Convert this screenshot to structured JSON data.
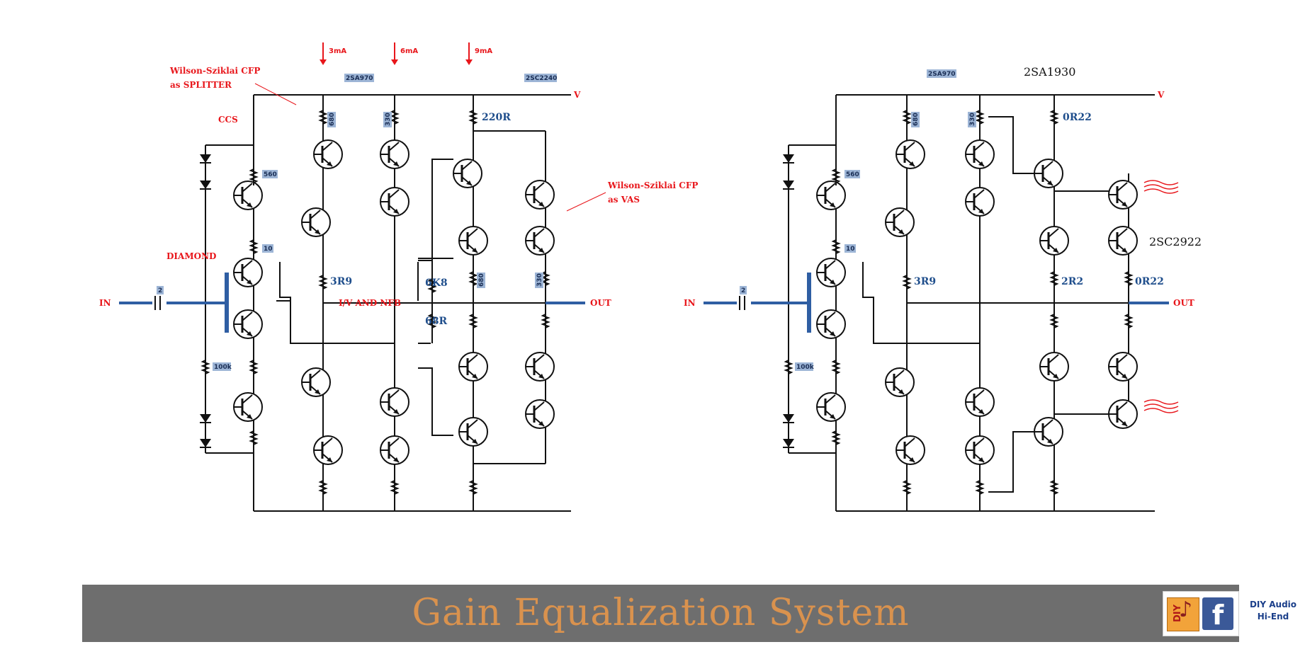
{
  "left": {
    "annotations": {
      "splitter": [
        "Wilson-Sziklai CFP",
        "as SPLITTER"
      ],
      "ccs": "CCS",
      "vas": [
        "Wilson-Sziklai CFP",
        "as VAS"
      ],
      "diamond": "DIAMOND",
      "ivnfb": "I/V AND NFB",
      "currents": [
        "3mA",
        "6mA",
        "9mA"
      ]
    },
    "tags": {
      "t1": "2SA970",
      "t2": "2SC2240",
      "r560": "560",
      "r10": "10",
      "r100k": "100k",
      "cap": "2",
      "ra": "680",
      "rb": "330",
      "rc": "680",
      "rd": "330"
    },
    "values": {
      "r220": "220R",
      "r3r9": "3R9",
      "r6k8": "6K8",
      "r68": "68R"
    },
    "v": "V",
    "in": "IN",
    "out": "OUT"
  },
  "right": {
    "tags": {
      "t1": "2SA970",
      "r560": "560",
      "r10": "10",
      "r100k": "100k",
      "cap": "2",
      "ra": "680",
      "rb": "330"
    },
    "values": {
      "r0r22a": "0R22",
      "r3r9": "3R9",
      "r2r2": "2R2",
      "r0r22b": "0R22"
    },
    "parts": {
      "p1": "2SA1930",
      "p2": "2SC2922"
    },
    "v": "V",
    "in": "IN",
    "out": "OUT"
  },
  "banner": {
    "title": "Gain Equalization System"
  },
  "brand": {
    "line1": "DIY Audio",
    "line2": "Hi-End",
    "logo": "DIY",
    "fb": "f"
  },
  "colors": {
    "banner_bg": "#6e6e6e",
    "title": "#d9924e",
    "red": "#e8161b",
    "blue": "#1f4e8c"
  }
}
